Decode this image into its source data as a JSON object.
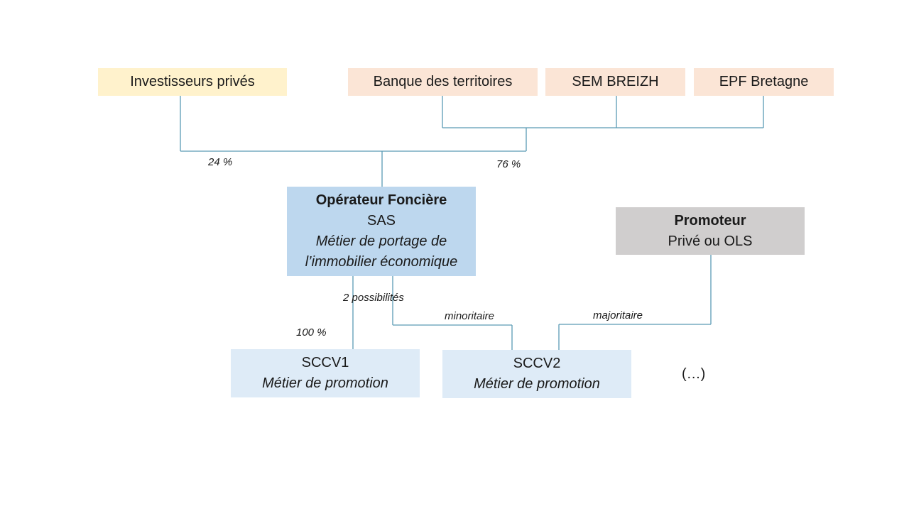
{
  "colors": {
    "investor": "#fff2cc",
    "public_partner": "#fbe5d6",
    "operator": "#bdd7ee",
    "promoter": "#d0cece",
    "sccv": "#deebf7",
    "connector": "#5b9bb5"
  },
  "shareholders": {
    "private": "Investisseurs privés",
    "banque": "Banque des territoires",
    "sem": "SEM BREIZH",
    "epf": "EPF Bretagne"
  },
  "shares": {
    "private_pct": "24 %",
    "public_pct": "76 %"
  },
  "operator": {
    "title": "Opérateur Foncière",
    "form": "SAS",
    "role_line1": "Métier de portage de",
    "role_line2": "l’immobilier économique"
  },
  "promoter": {
    "title": "Promoteur",
    "subtitle": "Privé ou OLS"
  },
  "links": {
    "possibilities": "2 possibilités",
    "full": "100 %",
    "minority": "minoritaire",
    "majority": "majoritaire"
  },
  "sccv1": {
    "title": "SCCV1",
    "role": "Métier de promotion"
  },
  "sccv2": {
    "title": "SCCV2",
    "role": "Métier de promotion"
  },
  "more": "(…)"
}
